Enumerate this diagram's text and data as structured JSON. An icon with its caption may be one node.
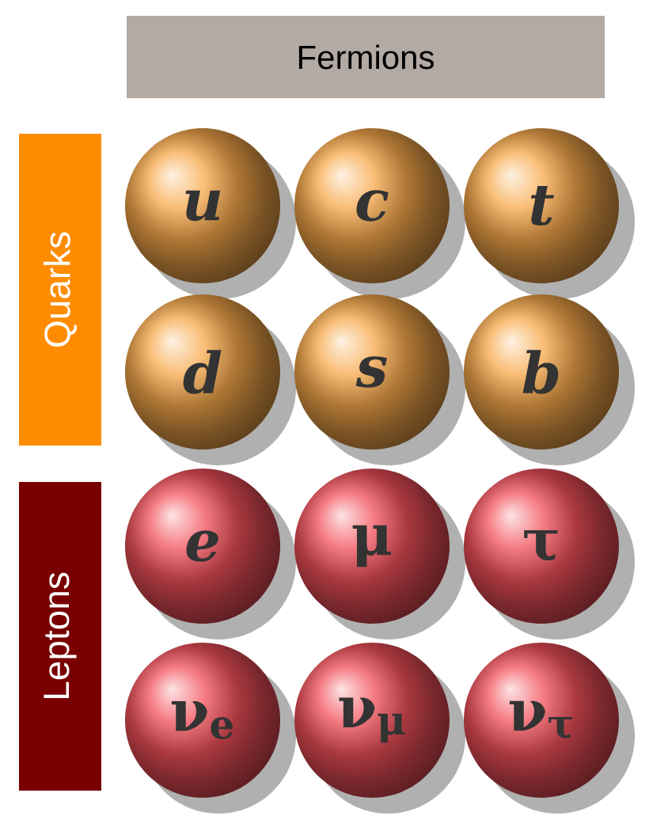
{
  "diagram": {
    "nodes": [
      {
        "text": [
          "Fermions"
        ]
      },
      {
        "text": [
          "Quarks"
        ]
      },
      {
        "text": [
          "Leptons"
        ]
      },
      {
        "text": [
          "u"
        ]
      },
      {
        "text": [
          "c"
        ]
      },
      {
        "text": [
          "t"
        ]
      },
      {
        "text": [
          "d"
        ]
      },
      {
        "text": [
          "s"
        ]
      },
      {
        "text": [
          "b"
        ]
      },
      {
        "text": [
          "e"
        ]
      },
      {
        "text": [
          "μ"
        ]
      },
      {
        "text": [
          "τ"
        ]
      },
      {
        "text": [
          "ν$_{e}$"
        ]
      },
      {
        "text": [
          "ν$_{μ}$"
        ]
      },
      {
        "text": [
          "ν$_{τ}$"
        ]
      }
    ]
  }
}
